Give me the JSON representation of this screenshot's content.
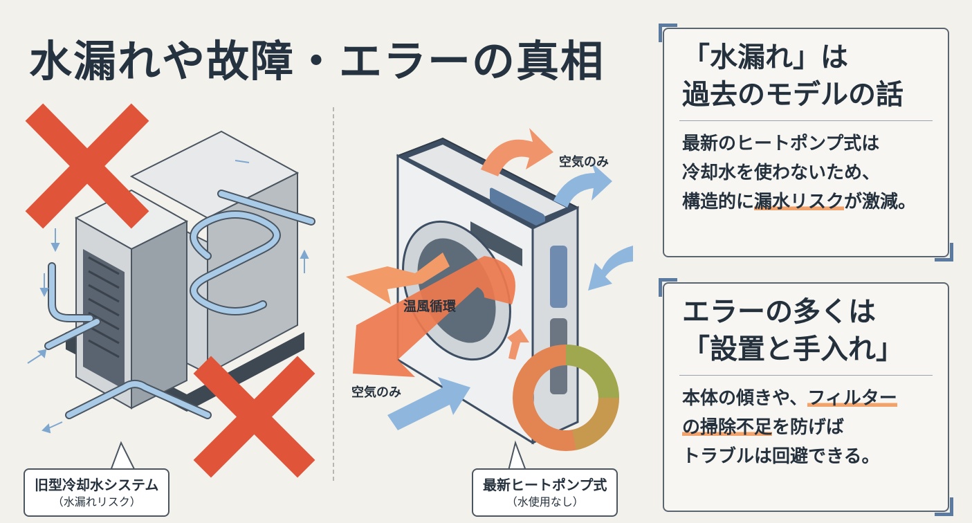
{
  "title": "水漏れや故障・エラーの真相",
  "left_panel": {
    "label_main": "旧型冷却水システム",
    "label_sub": "（水漏れリスク）"
  },
  "middle_panel": {
    "air_top": "空気のみ",
    "air_left": "空気のみ",
    "warm_air": "温風循環",
    "label_main": "最新ヒートポンプ式",
    "label_sub": "（水使用なし）"
  },
  "card1": {
    "heading_line1": "「水漏れ」は",
    "heading_line2": "過去のモデルの話",
    "body_line1": "最新のヒートポンプ式は",
    "body_line2": "冷却水を使わないため、",
    "body_line3_pre": "構造的に",
    "body_line3_hl": "漏水リスク",
    "body_line3_post": "が激減。"
  },
  "card2": {
    "heading_line1": "エラーの多くは",
    "heading_line2": "「設置と手入れ」",
    "body_line1_pre": "本体の傾きや、",
    "body_line1_hl": "フィルター",
    "body_line2_hl": "の掃除不足",
    "body_line2_post": "を防げば",
    "body_line3": "トラブルは回避できる。"
  },
  "colors": {
    "x_mark": "#e0553a",
    "pipe_blue": "#9fc3e3",
    "arrow_orange": "#ef8a55",
    "arrow_blue": "#8fb7de",
    "highlight": "#f2a26b",
    "text": "#24313d"
  },
  "icons": [
    "x-mark-icon",
    "x-mark-icon",
    "airflow-arrow-icon",
    "warm-air-arrow-icon",
    "orange-green-ring-icon"
  ]
}
